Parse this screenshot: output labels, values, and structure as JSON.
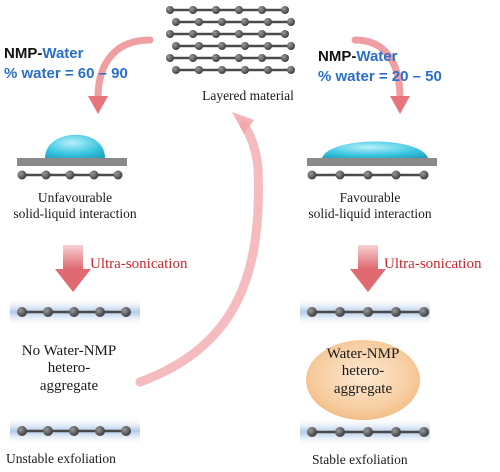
{
  "top": {
    "caption": "Layered material"
  },
  "left": {
    "condition": {
      "solvent_a": "NMP",
      "sep": "-",
      "solvent_b": "Water",
      "range": "% water = 60 – 90"
    },
    "interaction": [
      "Unfavourable",
      "solid-liquid interaction"
    ],
    "process": "Ultra-sonication",
    "aggregate": [
      "No Water-NMP",
      "hetero-",
      "aggregate"
    ],
    "result": "Unstable exfoliation"
  },
  "right": {
    "condition": {
      "solvent_a": "NMP",
      "sep": "-",
      "solvent_b": "Water",
      "range": "% water = 20 – 50"
    },
    "interaction": [
      "Favourable",
      "solid-liquid interaction"
    ],
    "process": "Ultra-sonication",
    "aggregate": [
      "Water-NMP",
      "hetero-",
      "aggregate"
    ],
    "result": "Stable exfoliation"
  },
  "colors": {
    "arrow_red": "#e8888d",
    "droplet": "#39c6e0",
    "substrate": "#8a8a8a",
    "lattice": "#4a4a4a",
    "aggregate_fill": "#f4c28c",
    "solvent_band": "#a9c3e4",
    "label_blue": "#2a6fc9",
    "label_red": "#c8282e"
  },
  "icons": [
    "graphene-lattice-icon",
    "droplet-icon",
    "curved-arrow-icon",
    "down-arrow-icon"
  ]
}
